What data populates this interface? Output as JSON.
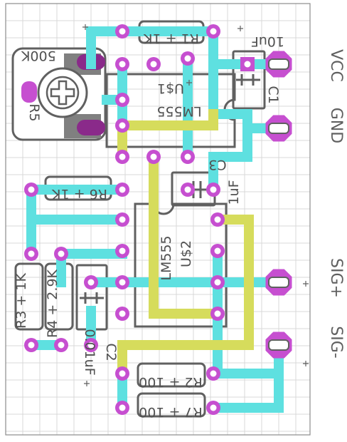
{
  "colors": {
    "background": "#ffffff",
    "grid": "#d9d9d9",
    "board_outline": "#8c8c8c",
    "trace_cyan": "#5ee0e0",
    "trace_yellow": "#d6dc5c",
    "pad": "#c64fd0",
    "pad_hole": "#ffffff",
    "silk": "#606060",
    "silk_text": "#505050",
    "pot_fill": "#808080",
    "pot_shaft": "#8a2a8a"
  },
  "edge_labels": {
    "vcc": "VCC",
    "gnd": "GND",
    "sig_plus": "SIG+",
    "sig_minus": "SIG-"
  },
  "components": {
    "r1": {
      "ref": "R1",
      "value": "1K"
    },
    "r2": {
      "ref": "R2",
      "value": "100"
    },
    "r3": {
      "ref": "R3",
      "value": "1K"
    },
    "r4": {
      "ref": "R4",
      "value": "2.9K"
    },
    "r5": {
      "ref": "R5",
      "value": "500K"
    },
    "r6": {
      "ref": "R6",
      "value": "1K"
    },
    "r7": {
      "ref": "R7",
      "value": "100"
    },
    "c1": {
      "ref": "C1",
      "value": "10uF"
    },
    "c2": {
      "ref": "C2",
      "value": "0.01uF"
    },
    "c3": {
      "ref": "C3",
      "value": "1uF"
    },
    "u1": {
      "ref": "U$1",
      "value": "LM555"
    },
    "u2": {
      "ref": "U$2",
      "value": "LM555"
    }
  },
  "plus_marks": {
    "mark": "+"
  }
}
